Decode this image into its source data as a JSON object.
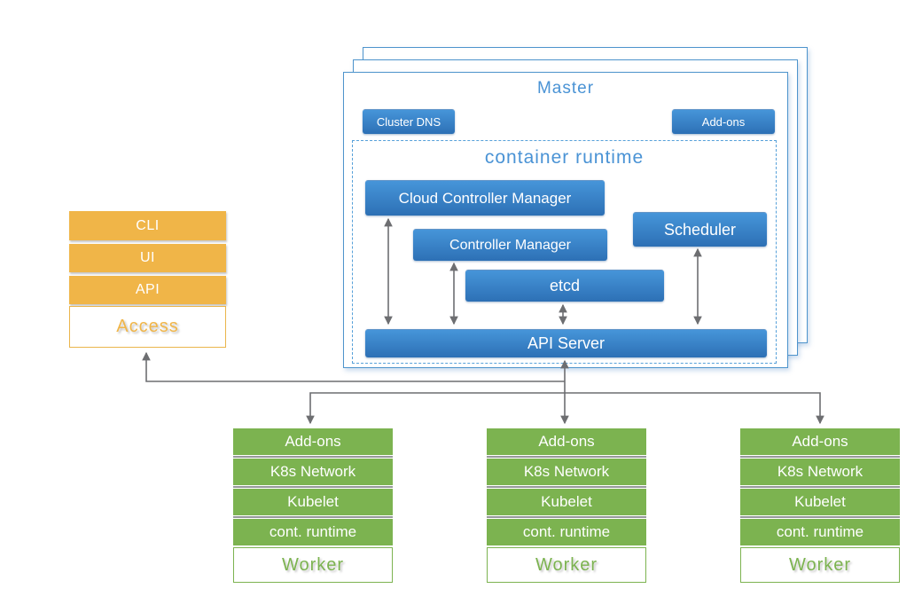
{
  "colors": {
    "blue_top": "#4695d9",
    "blue_bottom": "#2d70b5",
    "blue_border": "#4e94cc",
    "blue_text": "#4a93d5",
    "dashed_border": "#56a0d9",
    "orange": "#f0b548",
    "green": "#7cb350",
    "arrow": "#6d6e71"
  },
  "master": {
    "title": "Master",
    "cluster_dns_label": "Cluster DNS",
    "addons_label": "Add-ons",
    "container_runtime": {
      "title": "container runtime",
      "cloud_controller_manager": "Cloud Controller Manager",
      "controller_manager": "Controller Manager",
      "scheduler": "Scheduler",
      "etcd": "etcd",
      "api_server": "API Server"
    }
  },
  "access_stack": {
    "items": [
      "CLI",
      "UI",
      "API"
    ],
    "label": "Access"
  },
  "workers": [
    {
      "items": [
        "Add-ons",
        "K8s Network",
        "Kubelet",
        "cont. runtime"
      ],
      "label": "Worker"
    },
    {
      "items": [
        "Add-ons",
        "K8s Network",
        "Kubelet",
        "cont. runtime"
      ],
      "label": "Worker"
    },
    {
      "items": [
        "Add-ons",
        "K8s Network",
        "Kubelet",
        "cont. runtime"
      ],
      "label": "Worker"
    }
  ]
}
